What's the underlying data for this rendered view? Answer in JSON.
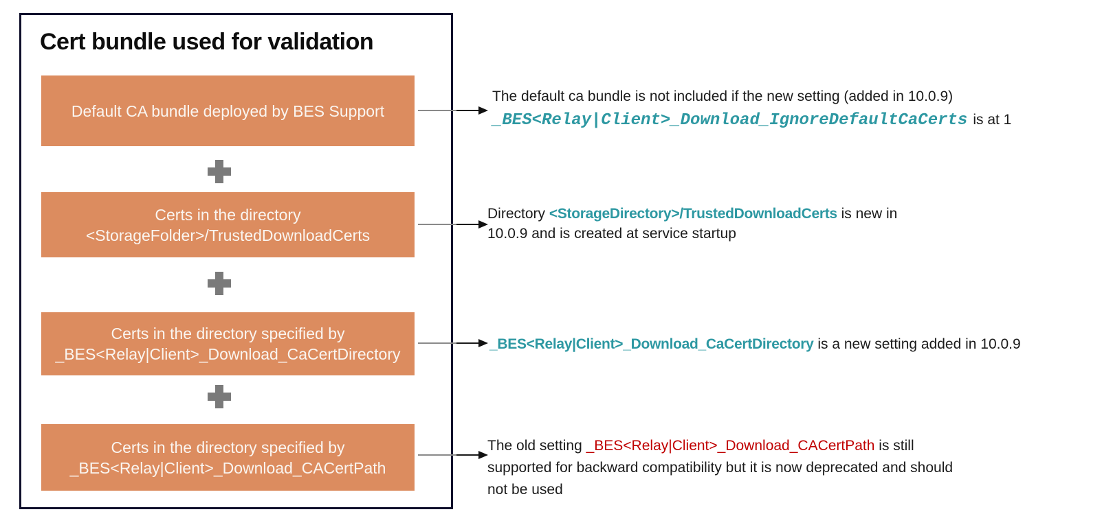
{
  "diagram": {
    "title": "Cert bundle used for validation"
  },
  "colors": {
    "node_fill": "#DC8C5F",
    "node_text": "#FAF5F0",
    "frame_border": "#10102C",
    "plus_gray": "#7A7A7A",
    "teal_accent": "#2D98A2",
    "red_accent": "#C00000",
    "body_text": "#1B1B1B",
    "arrow_line": "#8A8A8A",
    "arrow_head": "#111111"
  },
  "icons": {
    "plus": "+",
    "arrow": "right-arrow"
  },
  "boxes": [
    {
      "lines": [
        "Default CA bundle deployed by BES Support"
      ]
    },
    {
      "lines": [
        "Certs in the directory",
        "<StorageFolder>/TrustedDownloadCerts"
      ]
    },
    {
      "lines": [
        "Certs in the directory specified by",
        "_BES<Relay|Client>_Download_CaCertDirectory"
      ]
    },
    {
      "lines": [
        "Certs in the directory specified by",
        "_BES<Relay|Client>_Download_CACertPath"
      ]
    }
  ],
  "annotations": [
    {
      "lines": [
        [
          {
            "t": "The default ca bundle is not included if the new setting (added in 10.0.9)",
            "s": "plain"
          }
        ],
        [
          {
            "t": "_BES<Relay|Client>_Download_IgnoreDefaultCaCerts",
            "s": "code"
          },
          {
            "t": "is at 1",
            "s": "plain"
          }
        ]
      ]
    },
    {
      "lines": [
        [
          {
            "t": "Directory ",
            "s": "plain"
          },
          {
            "t": "<StorageDirectory>/TrustedDownloadCerts",
            "s": "tealbold"
          },
          {
            "t": " is new in",
            "s": "plain"
          }
        ],
        [
          {
            "t": "10.0.9 and is created at service startup",
            "s": "plain"
          }
        ]
      ]
    },
    {
      "lines": [
        [
          {
            "t": "_BES<Relay|Client>_Download_CaCertDirectory",
            "s": "tealbold"
          },
          {
            "t": " is a new setting added in 10.0.9",
            "s": "plain"
          }
        ]
      ]
    },
    {
      "lines": [
        [
          {
            "t": "The old setting ",
            "s": "plain"
          },
          {
            "t": "_BES<Relay|Client>_Download_CACertPath",
            "s": "red"
          },
          {
            "t": " is still",
            "s": "plain"
          }
        ],
        [
          {
            "t": "supported for backward compatibility but it is now deprecated and should",
            "s": "plain"
          }
        ],
        [
          {
            "t": "not be used",
            "s": "plain"
          }
        ]
      ]
    }
  ]
}
